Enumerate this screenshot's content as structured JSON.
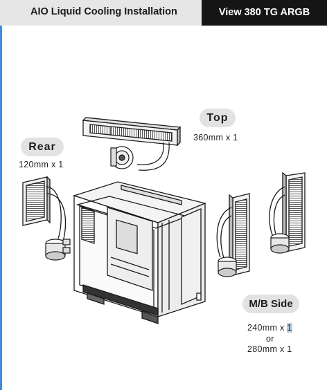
{
  "header": {
    "title": "AIO Liquid Cooling Installation",
    "product": "View 380 TG ARGB"
  },
  "labels": {
    "top": {
      "title": "Top",
      "size": "360mm x 1"
    },
    "rear": {
      "title": "Rear",
      "size": "120mm x 1"
    },
    "side": {
      "title": "M/B Side",
      "size_a_prefix": "240mm x ",
      "size_a_count": "1",
      "or": "or",
      "size_b": "280mm x 1"
    }
  },
  "colors": {
    "accent": "#3a8fd8",
    "header_dark": "#151515",
    "pill_bg": "#e2e2e2"
  },
  "icons": [
    "radiator-360",
    "radiator-120",
    "radiator-240",
    "radiator-280",
    "pump-block",
    "pc-case"
  ]
}
